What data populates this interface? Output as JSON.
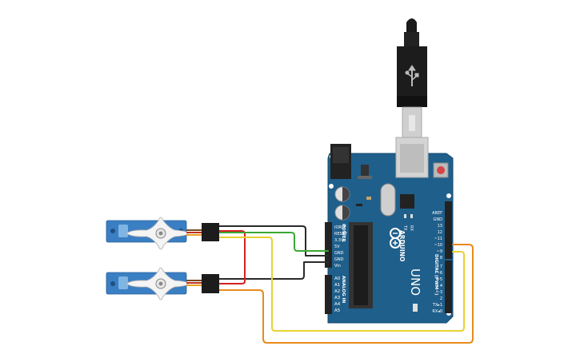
{
  "board": {
    "brand": "ARDUINO",
    "model": "UNO",
    "tx_label": "TX",
    "rx_label": "RX",
    "power_header_title": "POWER",
    "analog_header_title": "ANALOG IN",
    "digital_header_title": "DIGITAL (PWM~)",
    "power_pins": [
      "IOREF",
      "RESET",
      "3.3V",
      "5V",
      "GND",
      "GND",
      "Vin"
    ],
    "analog_pins": [
      "A0",
      "A1",
      "A2",
      "A3",
      "A4",
      "A5"
    ],
    "digital_pins_top": [
      "AREF",
      "GND",
      "13",
      "12",
      "~11",
      "~10",
      "~9",
      "8"
    ],
    "digital_pins_bottom": [
      "7",
      "~6",
      "~5",
      "4",
      "~3",
      "2",
      "TX▸1",
      "RX◂0"
    ]
  },
  "components": [
    "Arduino UNO",
    "Micro servo 1",
    "Micro servo 2",
    "USB cable"
  ],
  "colors": {
    "board": "#1f5f8b",
    "servo": "#3a7fc4",
    "wire_black": "#2a2a2a",
    "wire_red": "#d42020",
    "wire_green": "#3aa832",
    "wire_yellow": "#e8d232",
    "wire_orange": "#e88a1a"
  }
}
